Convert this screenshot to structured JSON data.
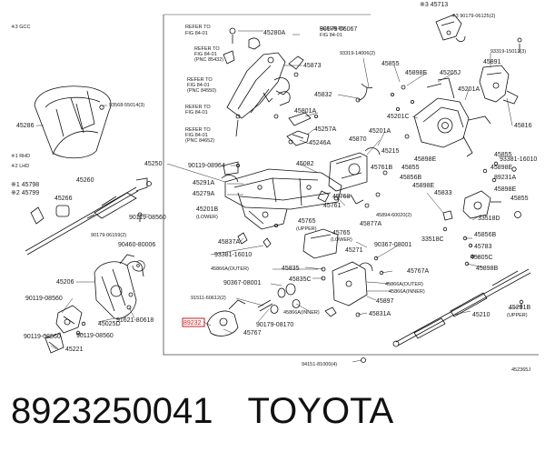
{
  "colors": {
    "line": "#111111",
    "ink": "#1a1a1a",
    "highlight": "#d01818",
    "frame": "#444444"
  },
  "diagram": {
    "legend": {
      "gcc": "※3 GCC",
      "rhd": "※1 RHD",
      "lhd": "※2 LHD"
    },
    "figure_code": "452365J",
    "labels": [
      {
        "id": "45713",
        "text": "※3 45713"
      },
      {
        "id": "90179-06125",
        "text": "※3 90179-06125(2)"
      },
      {
        "id": "45280A",
        "text": "45280A"
      },
      {
        "id": "90179-06067",
        "text": "90179-06067"
      },
      {
        "id": "45873",
        "text": "45873"
      },
      {
        "id": "93319-14006",
        "text": "93319-14006(2)"
      },
      {
        "id": "45855-top",
        "text": "45855"
      },
      {
        "id": "45898E-top",
        "text": "45898E"
      },
      {
        "id": "45205J",
        "text": "45205J"
      },
      {
        "id": "93319-15012",
        "text": "93319-15012(3)"
      },
      {
        "id": "45891",
        "text": "45891"
      },
      {
        "id": "45201A",
        "text": "45201A"
      },
      {
        "id": "93568-55014",
        "text": "93568-55014(3)"
      },
      {
        "id": "45286",
        "text": "45286"
      },
      {
        "id": "45832",
        "text": "45832"
      },
      {
        "id": "45801A",
        "text": "45801A"
      },
      {
        "id": "45201C",
        "text": "45201C"
      },
      {
        "id": "45816",
        "text": "45816"
      },
      {
        "id": "45257A",
        "text": "45257A"
      },
      {
        "id": "45246A",
        "text": "45246A"
      },
      {
        "id": "45870",
        "text": "45870"
      },
      {
        "id": "45201A-mid",
        "text": "45201A"
      },
      {
        "id": "45855-mid",
        "text": "45855"
      },
      {
        "id": "45215",
        "text": "45215"
      },
      {
        "id": "93381-16010-r",
        "text": "93381-16010"
      },
      {
        "id": "45250",
        "text": "45250"
      },
      {
        "id": "90119-08964",
        "text": "90119-08964"
      },
      {
        "id": "45082",
        "text": "45082"
      },
      {
        "id": "45898E-a",
        "text": "45898E"
      },
      {
        "id": "45855-b",
        "text": "45855"
      },
      {
        "id": "45898E-b",
        "text": "45898E"
      },
      {
        "id": "45761B",
        "text": "45761B"
      },
      {
        "id": "45856B-r",
        "text": "45856B"
      },
      {
        "id": "89231A",
        "text": "89231A"
      },
      {
        "id": "45898E-c",
        "text": "45898E"
      },
      {
        "id": "45898E-d",
        "text": "45898E"
      },
      {
        "id": "45855-c",
        "text": "45855"
      },
      {
        "id": "45260",
        "text": "45260"
      },
      {
        "id": "45798",
        "text": "※1 45798"
      },
      {
        "id": "45799",
        "text": "※2 45799"
      },
      {
        "id": "45266",
        "text": "45266"
      },
      {
        "id": "45291A",
        "text": "45291A"
      },
      {
        "id": "45279A",
        "text": "45279A"
      },
      {
        "id": "45768",
        "text": "45768"
      },
      {
        "id": "45761",
        "text": "45761"
      },
      {
        "id": "45833",
        "text": "45833"
      },
      {
        "id": "45894-60020",
        "text": "45894-60020(2)"
      },
      {
        "id": "45877A",
        "text": "45877A"
      },
      {
        "id": "33518D",
        "text": "33518D"
      },
      {
        "id": "45201B-lower",
        "text": "45201B"
      },
      {
        "id": "45201B-lower-note",
        "text": "(LOWER)"
      },
      {
        "id": "90119-08560-a",
        "text": "90119-08560"
      },
      {
        "id": "45765-upper",
        "text": "45765"
      },
      {
        "id": "45765-upper-note",
        "text": "(UPPER)"
      },
      {
        "id": "45765-lower",
        "text": "45765"
      },
      {
        "id": "45765-lower-note",
        "text": "(LOWER)"
      },
      {
        "id": "33518C",
        "text": "33518C"
      },
      {
        "id": "45856B-b",
        "text": "45856B"
      },
      {
        "id": "90179-06159",
        "text": "90179-06159(2)"
      },
      {
        "id": "90460-80006",
        "text": "90460-80006"
      },
      {
        "id": "45837A",
        "text": "45837A"
      },
      {
        "id": "45783",
        "text": "45783"
      },
      {
        "id": "93381-16010-l",
        "text": "93381-16010"
      },
      {
        "id": "45271",
        "text": "45271"
      },
      {
        "id": "90367-08001-a",
        "text": "90367-08001"
      },
      {
        "id": "45805C",
        "text": "45805C"
      },
      {
        "id": "45898B",
        "text": "45898B"
      },
      {
        "id": "45866A-outer",
        "text": "45866A(OUTER)"
      },
      {
        "id": "45835",
        "text": "45835"
      },
      {
        "id": "45767A",
        "text": "45767A"
      },
      {
        "id": "45206",
        "text": "45206"
      },
      {
        "id": "90367-08001-b",
        "text": "90367-08001"
      },
      {
        "id": "45835C",
        "text": "45835C"
      },
      {
        "id": "45866A-outer-b",
        "text": "45866A(OUTER)"
      },
      {
        "id": "45866A-inner-b",
        "text": "45866A(INNER)"
      },
      {
        "id": "90119-08560-b",
        "text": "90119-08560"
      },
      {
        "id": "91511-60612",
        "text": "91511-60612(2)"
      },
      {
        "id": "45897",
        "text": "45897"
      },
      {
        "id": "91621-80618",
        "text": "91621-80618"
      },
      {
        "id": "45866A-inner",
        "text": "45866A(INNER)"
      },
      {
        "id": "45831A",
        "text": "45831A"
      },
      {
        "id": "45210",
        "text": "45210"
      },
      {
        "id": "45201B-upper",
        "text": "45201B"
      },
      {
        "id": "45201B-upper-note",
        "text": "(UPPER)"
      },
      {
        "id": "45025D",
        "text": "45025D"
      },
      {
        "id": "89232",
        "text": "89232"
      },
      {
        "id": "90179-08170",
        "text": "90179-08170"
      },
      {
        "id": "90119-08560-c",
        "text": "90119-08560"
      },
      {
        "id": "90119-08560-d",
        "text": "90119-08560"
      },
      {
        "id": "45767",
        "text": "45767"
      },
      {
        "id": "45221",
        "text": "45221"
      },
      {
        "id": "94151-81000",
        "text": "94151-81000(4)"
      }
    ],
    "notes": [
      {
        "id": "ref1",
        "lines": [
          "REFER TO",
          "FIG 84-01"
        ]
      },
      {
        "id": "ref2",
        "lines": [
          "REFER TO",
          "FIG 84-01",
          "(PNC 85432)"
        ]
      },
      {
        "id": "ref3",
        "lines": [
          "REFER TO",
          "FIG 84-01",
          "(PNC 84550)"
        ]
      },
      {
        "id": "ref4",
        "lines": [
          "REFER TO",
          "FIG 84-01"
        ]
      },
      {
        "id": "ref5",
        "lines": [
          "REFER TO",
          "FIG 84-01",
          "(PNC 84652)"
        ]
      },
      {
        "id": "ref6",
        "lines": [
          "REFER TO",
          "FIG 84-01"
        ]
      }
    ]
  },
  "footer": {
    "part_number": "8923250041",
    "brand": "TOYOTA"
  }
}
